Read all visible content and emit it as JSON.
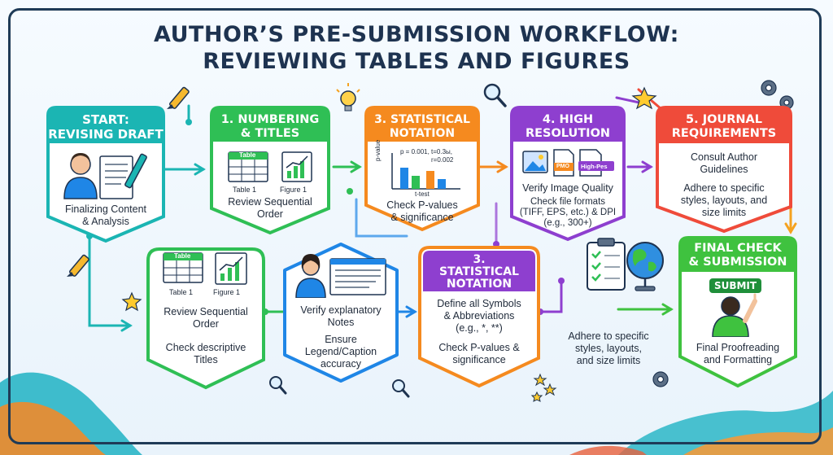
{
  "title": {
    "line1": "AUTHOR’S PRE-SUBMISSION WORKFLOW:",
    "line2": "REVIEWING TABLES AND FIGURES"
  },
  "colors": {
    "teal": "#1bb5b3",
    "green": "#2fbf55",
    "orange": "#f58a1f",
    "purple": "#8e3fcf",
    "red": "#ef4b3a",
    "blue": "#1f86e6",
    "lime": "#3fc23f",
    "navy": "#1e3350"
  },
  "steps": {
    "start": {
      "title1": "START:",
      "title2": "REVISING DRAFT",
      "body1": "Finalizing Content",
      "body2": "& Analysis"
    },
    "numbering": {
      "title1": "1. NUMBERING",
      "title2": "& TITLES",
      "table_label": "Table",
      "fig1": "Table 1",
      "fig2": "Figure 1",
      "body1": "Review Sequential",
      "body2": "Order"
    },
    "stat_top": {
      "title1": "3. STATISTICAL",
      "title2": "NOTATION",
      "ylabel": "p-value",
      "annot1": "p = 0.001, t=0.3ы,",
      "annot2": "r=0.002",
      "xlabel": "t-test",
      "body1": "Check P-values",
      "body2": "& significance"
    },
    "resolution": {
      "title1": "4. HIGH",
      "title2": "RESOLUTION",
      "tag1": "PMO",
      "tag2": "High-Pes",
      "body1": "Verify Image Quality",
      "body2": "Check file formats",
      "body3": "(TIFF, EPS, etc.) & DPI",
      "body4": "(e.g., 300+)"
    },
    "journal": {
      "title1": "5. JOURNAL",
      "title2": "REQUIREMENTS",
      "body1": "Consult Author",
      "body2": "Guidelines",
      "body3": "Adhere to specific",
      "body4": "styles, layouts, and",
      "body5": "size limits"
    },
    "review": {
      "table_label": "Table",
      "fig1": "Table 1",
      "fig2": "Figure 1",
      "body1": "Review Sequential",
      "body2": "Order",
      "body3": "Check descriptive",
      "body4": "Titles"
    },
    "notes": {
      "body1": "Verify explanatory",
      "body2": "Notes",
      "body3": "Ensure",
      "body4": "Legend/Caption",
      "body5": "accuracy"
    },
    "stat_bottom": {
      "title1": "3.",
      "title2": "STATISTICAL",
      "title3": "NOTATION",
      "body1": "Define all Symbols",
      "body2": "& Abbreviations",
      "body3": "(e.g., *, **)",
      "body4": "Check P-values &",
      "body5": "significance"
    },
    "adhere": {
      "body1": "Adhere to specific",
      "body2": "styles, layouts,",
      "body3": "and size limits"
    },
    "final": {
      "title1": "FINAL CHECK",
      "title2": "& SUBMISSION",
      "button": "SUBMIT",
      "body1": "Final Proofreading",
      "body2": "and Formatting"
    }
  }
}
